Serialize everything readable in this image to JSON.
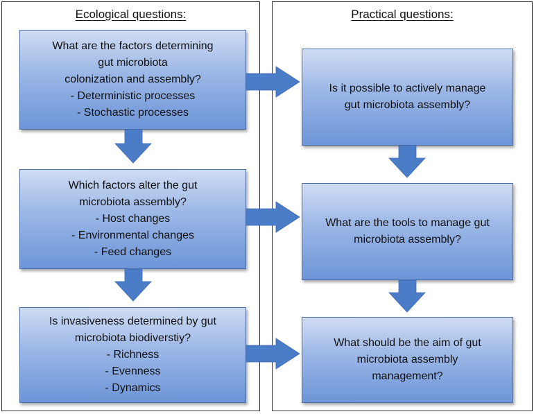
{
  "left_column": {
    "heading": "Ecological questions:",
    "boxes": [
      {
        "lines": [
          "What are the factors determining",
          "gut microbiota",
          "colonization and assembly?",
          "- Deterministic processes",
          "- Stochastic processes"
        ]
      },
      {
        "lines": [
          "Which factors alter the gut",
          "microbiota assembly?",
          "- Host changes",
          "- Environmental changes",
          "- Feed changes"
        ]
      },
      {
        "lines": [
          "Is invasiveness determined by gut",
          "microbiota biodiverstiy?",
          "- Richness",
          "- Evenness",
          "- Dynamics"
        ]
      }
    ]
  },
  "right_column": {
    "heading": "Practical questions:",
    "boxes": [
      {
        "lines": [
          "Is it possible to actively manage",
          "gut microbiota assembly?"
        ]
      },
      {
        "lines": [
          "What are the tools to manage gut",
          "microbiota assembly?"
        ]
      },
      {
        "lines": [
          "What should be the aim of gut",
          "microbiota assembly",
          "management?"
        ]
      }
    ]
  },
  "colors": {
    "box_top": "#cfdcf3",
    "box_bottom": "#6d95d8",
    "arrow": "#4a7cc8",
    "border": "#2b2b2b"
  }
}
